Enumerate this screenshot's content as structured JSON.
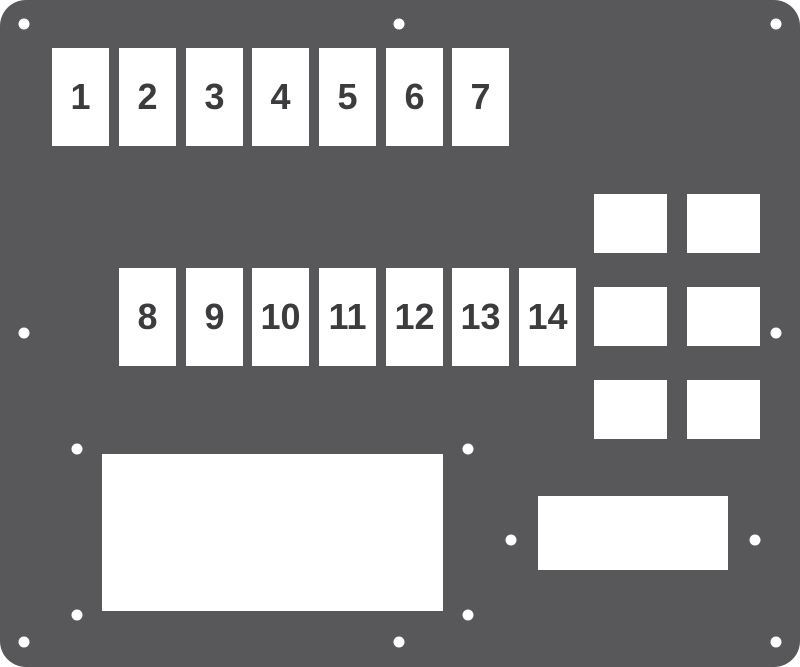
{
  "panel": {
    "color": "#58585a",
    "cutout_color": "#ffffff",
    "label_color": "#3c3c3e"
  },
  "slots_top": [
    "1",
    "2",
    "3",
    "4",
    "5",
    "6",
    "7"
  ],
  "slots_middle": [
    "8",
    "9",
    "10",
    "11",
    "12",
    "13",
    "14"
  ]
}
